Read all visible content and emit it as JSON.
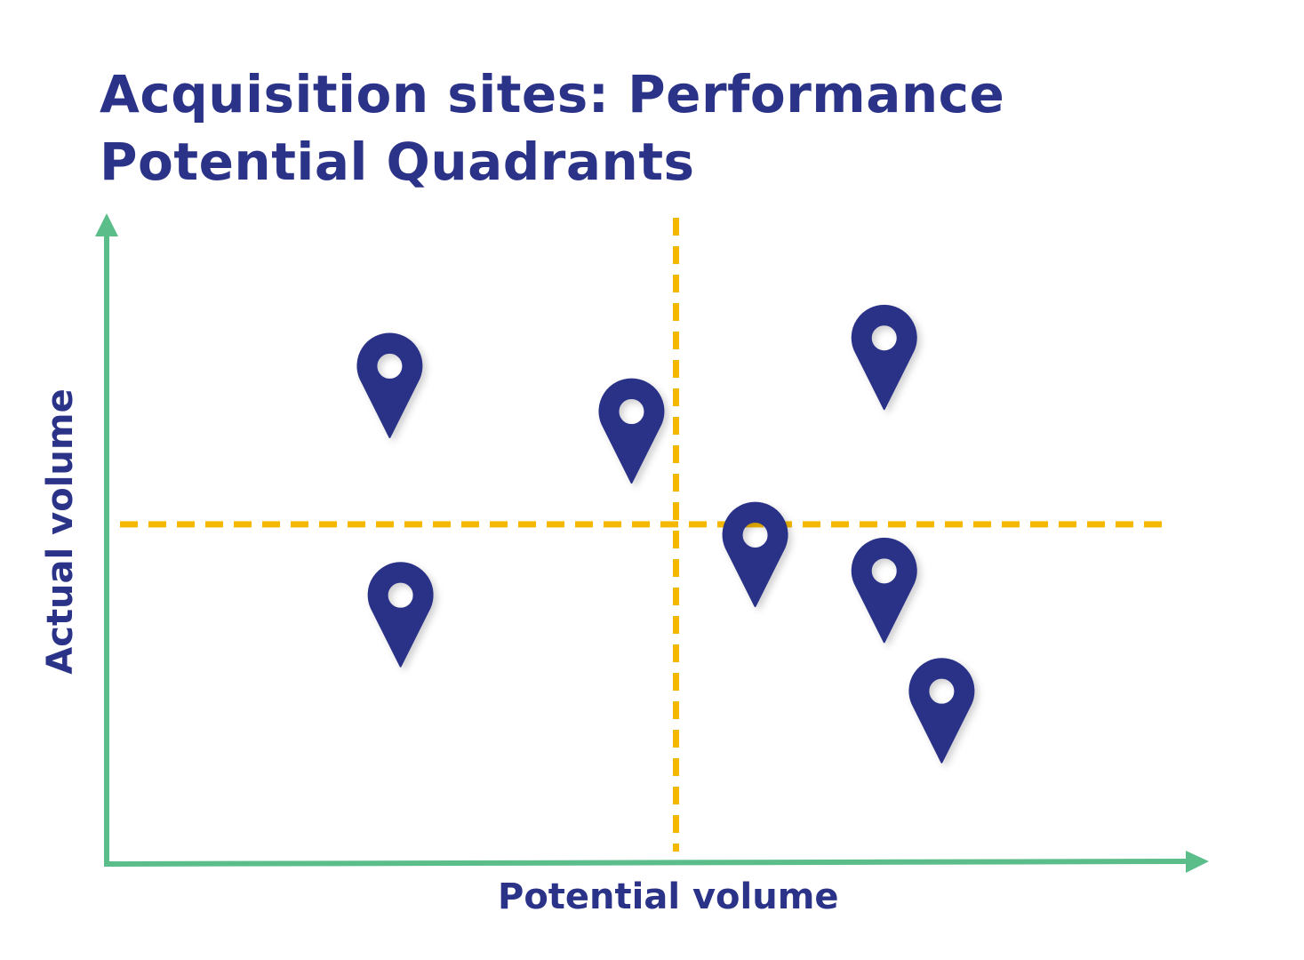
{
  "chart_data": {
    "type": "scatter",
    "title_lines": [
      "Acquisition sites: Performance",
      "Potential Quadrants"
    ],
    "xlabel": "Potential volume",
    "ylabel": "Actual volume",
    "xlim": [
      0,
      100
    ],
    "ylim": [
      0,
      100
    ],
    "grid": false,
    "marker": "map-pin",
    "thresholds": {
      "x": 52.5,
      "y": 52.8
    },
    "points": [
      {
        "x": 26.1,
        "y": 66.4
      },
      {
        "x": 48.4,
        "y": 59.3
      },
      {
        "x": 71.7,
        "y": 70.8
      },
      {
        "x": 59.8,
        "y": 40.0
      },
      {
        "x": 27.1,
        "y": 30.6
      },
      {
        "x": 71.7,
        "y": 34.4
      },
      {
        "x": 77.0,
        "y": 15.6
      }
    ],
    "colors": {
      "marker": "#2B3388",
      "axis": "#5BBD8A",
      "threshold": "#F5B800",
      "text": "#2B3388"
    }
  }
}
